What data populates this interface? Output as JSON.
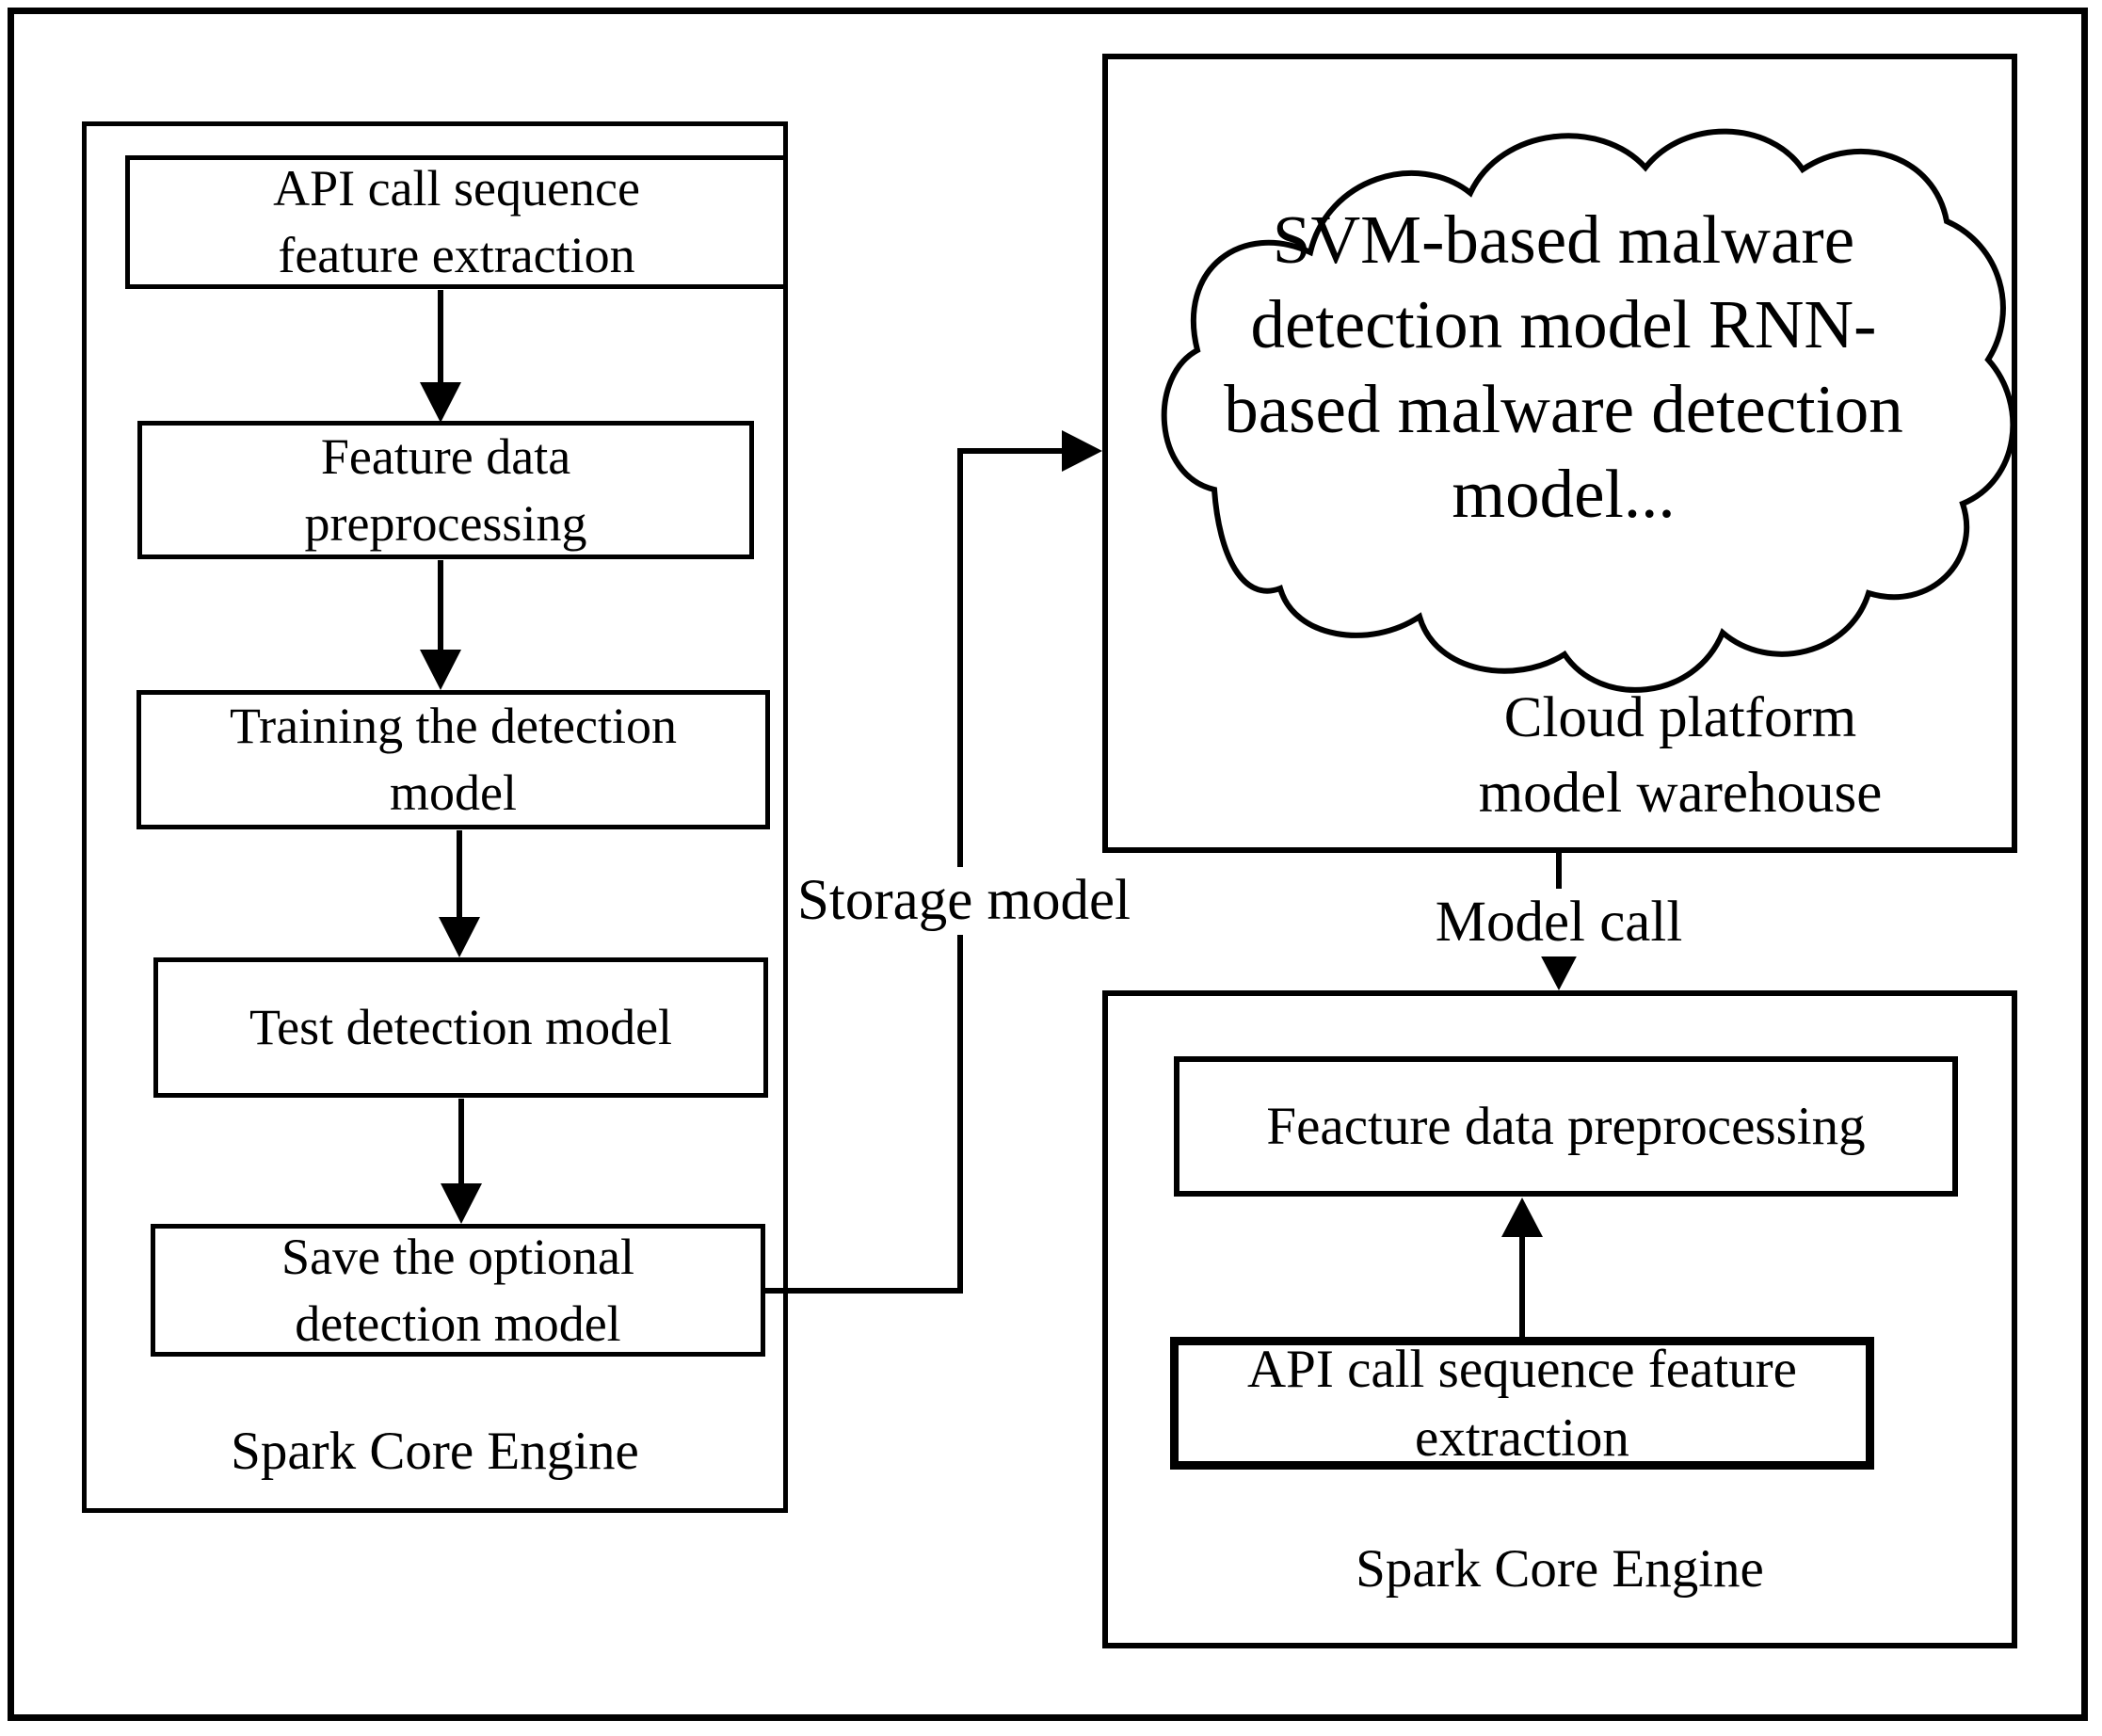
{
  "diagram": {
    "left_container": {
      "label": "Spark Core Engine",
      "boxes": [
        {
          "text": "API call sequence\nfeature extraction"
        },
        {
          "text": "Feature data\npreprocessing"
        },
        {
          "text": "Training the detection\nmodel"
        },
        {
          "text": "Test detection model"
        },
        {
          "text": "Save the optional\ndetection model"
        }
      ]
    },
    "cloud_container": {
      "cloud_text": "SVM-based malware\ndetection model RNN-\nbased malware detection\nmodel...",
      "label": "Cloud platform\nmodel warehouse"
    },
    "right_container": {
      "label": "Spark Core Engine",
      "boxes": [
        {
          "text": "Feacture data preprocessing"
        },
        {
          "text": "API call sequence feature\nextraction"
        }
      ]
    },
    "connector_labels": {
      "storage": "Storage model",
      "model_call": "Model call"
    }
  },
  "colors": {
    "stroke": "#000000",
    "background": "#ffffff"
  }
}
